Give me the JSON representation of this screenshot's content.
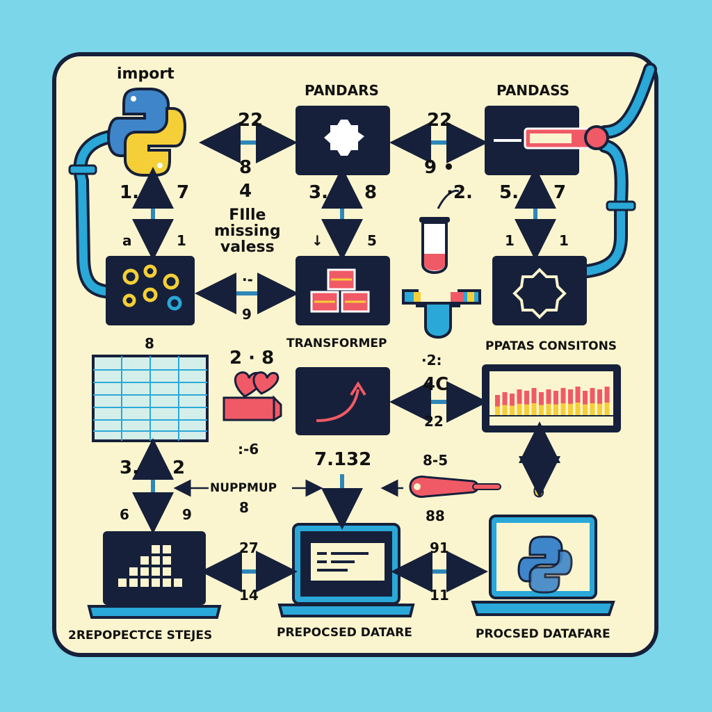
{
  "palette": {
    "background": "#7bd6ea",
    "board": "#fbf5cf",
    "ink": "#16203a",
    "arrow": "#2e87b8",
    "pipe": "#2aa8d8",
    "red": "#f05a66",
    "yellow": "#f5cf37",
    "blue": "#3e86c9"
  },
  "labels": {
    "import": "import",
    "pandars": "PANDARS",
    "pandass": "PANDASS",
    "file_missing": "FIlle\nmissing\nvaless",
    "transform": "TRANSFORMEP",
    "data_consistency": "PPATAS CONSITONS",
    "numpy": "NUPPMUP",
    "step1": "2REPOPECTCE STEJES",
    "step2": "PREPOCSED DATARE",
    "step3": "PROCSED DATAFARE"
  },
  "numbers": {
    "n22a": "22",
    "n8a": "8",
    "n22b": "22",
    "n9a": "9 •",
    "n1": "1.",
    "n7a": "7",
    "n4": "4",
    "n3a": "3.",
    "n8b": "8",
    "n28": "·2.",
    "n5a": "5.",
    "n7b": "7",
    "na": "a",
    "n1b": "1",
    "nv": "↓",
    "n5b": "5",
    "n1c": "1",
    "n1d": "1",
    "dash": "·‐",
    "n9b": "9",
    "n8c": "8",
    "n28b": "2 · 8",
    "n2c": "·2:",
    "n4c": "4C",
    "n22c": "22",
    "n6": ":-6",
    "n7132": "7.132",
    "n85": "8-5",
    "n3b": "3.",
    "n2b": "2",
    "n8d": "8",
    "n88": "88",
    "n6b": "6",
    "n9c": "9",
    "n27": "27",
    "n14": "14",
    "n91": "91",
    "n11": "11"
  },
  "icons": [
    "python-logo-icon",
    "puzzle-icon",
    "progress-bar-icon",
    "dots-grid-icon",
    "stacked-rolls-icon",
    "test-tube-icon",
    "star-badge-icon",
    "spreadsheet-icon",
    "hearts-gift-icon",
    "curved-arrow-icon",
    "bar-chart-icon",
    "thermometer-icon",
    "laptop-chart-icon",
    "laptop-code-icon",
    "laptop-python-icon",
    "pipe-icon"
  ]
}
